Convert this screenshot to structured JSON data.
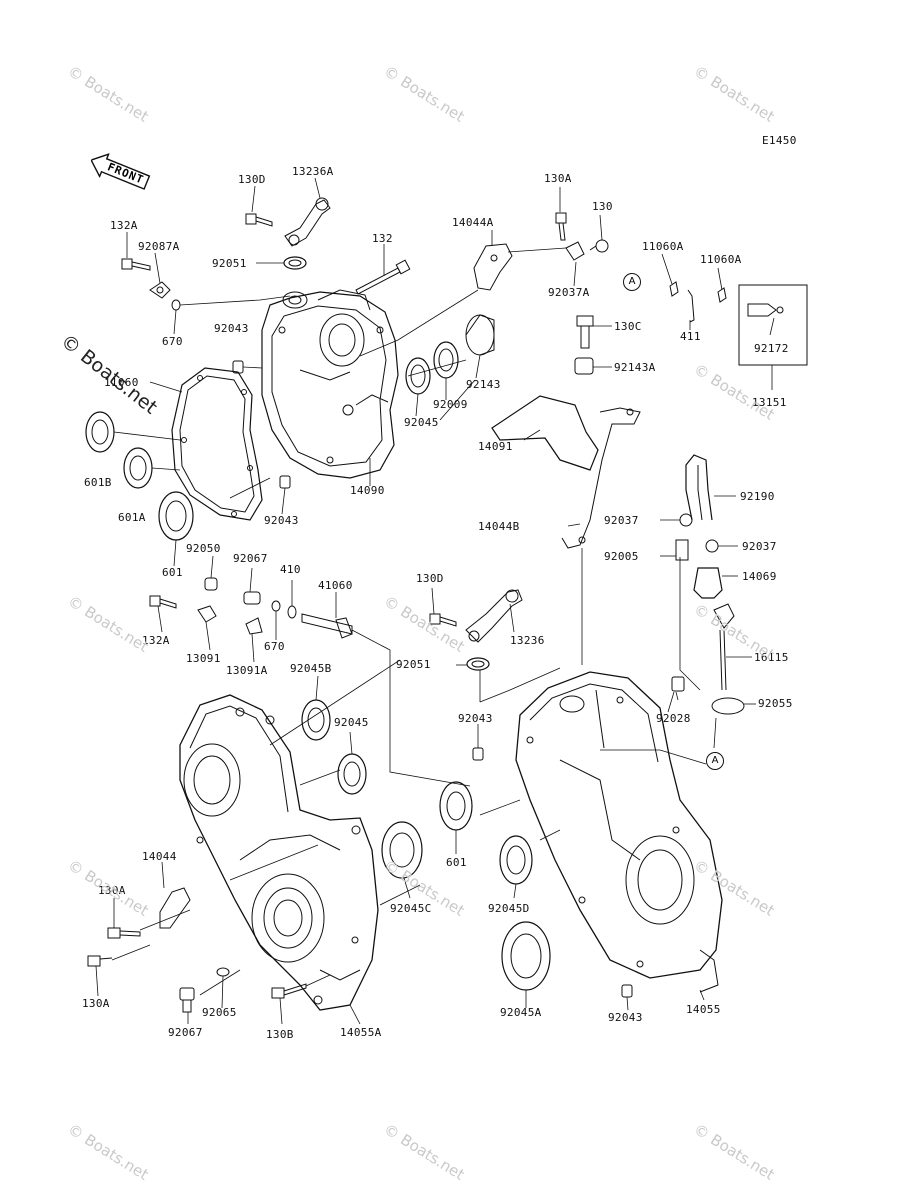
{
  "diagram_code": "E1450",
  "front_label": "FRONT",
  "ref_marker": "A",
  "watermark": "© Boats.net",
  "parts": {
    "p132A_top": "132A",
    "p92087A": "92087A",
    "p670_top": "670",
    "p130D_top": "130D",
    "p13236A": "13236A",
    "p92051_top": "92051",
    "p132": "132",
    "p92043_a": "92043",
    "p11060": "11060",
    "p601B": "601B",
    "p601A": "601A",
    "p601_left": "601",
    "p92043_b": "92043",
    "p14090": "14090",
    "p92045_top": "92045",
    "p92009": "92009",
    "p92143": "92143",
    "p14044A": "14044A",
    "p130A_top": "130A",
    "p130": "130",
    "p92037A": "92037A",
    "p11060A_1": "11060A",
    "p11060A_2": "11060A",
    "p411": "411",
    "p130C": "130C",
    "p92143A": "92143A",
    "p92172": "92172",
    "p13151": "13151",
    "p14091": "14091",
    "p92190": "92190",
    "p14044B": "14044B",
    "p92037_a": "92037",
    "p92037_b": "92037",
    "p92005": "92005",
    "p14069": "14069",
    "p92050": "92050",
    "p92067_top": "92067",
    "p410": "410",
    "p41060": "41060",
    "p132A_mid": "132A",
    "p13091": "13091",
    "p13091A": "13091A",
    "p670_mid": "670",
    "p130D_mid": "130D",
    "p13236": "13236",
    "p16115": "16115",
    "p92051_mid": "92051",
    "p92045B": "92045B",
    "p92045_mid": "92045",
    "p92043_c": "92043",
    "p92028": "92028",
    "p92055": "92055",
    "p14044": "14044",
    "p601_mid": "601",
    "p130A_low1": "130A",
    "p130A_low2": "130A",
    "p92045C": "92045C",
    "p92045D": "92045D",
    "p92067_low": "92067",
    "p92065": "92065",
    "p130B": "130B",
    "p14055A": "14055A",
    "p92045A": "92045A",
    "p92043_d": "92043",
    "p14055": "14055"
  }
}
